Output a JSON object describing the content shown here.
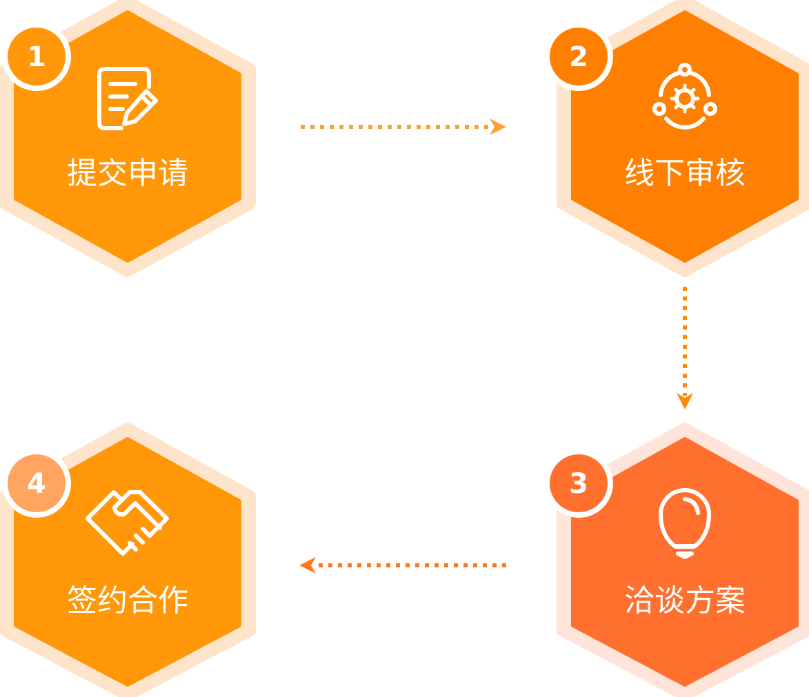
{
  "steps": [
    {
      "number": "1",
      "label": "提交申请",
      "icon": "document-edit-icon",
      "color": "#FF9708",
      "badge_color": "#FF9708",
      "ring_color": "#FFE4CC"
    },
    {
      "number": "2",
      "label": "线下审核",
      "icon": "gear-review-icon",
      "color": "#FF7F00",
      "badge_color": "#FF7F00",
      "ring_color": "#FFE4CC"
    },
    {
      "number": "3",
      "label": "洽谈方案",
      "icon": "lightbulb-icon",
      "color": "#FF6F2E",
      "badge_color": "#FF6F2E",
      "ring_color": "#FFE4D9"
    },
    {
      "number": "4",
      "label": "签约合作",
      "icon": "handshake-icon",
      "color": "#FF9708",
      "badge_color": "#FFA55F",
      "ring_color": "#FFE4CC"
    }
  ],
  "arrows": [
    {
      "from": "1",
      "to": "2",
      "color": "#FF9F3A"
    },
    {
      "from": "2",
      "to": "3",
      "color": "#FF8A00"
    },
    {
      "from": "3",
      "to": "4",
      "color": "#FF7A1A"
    }
  ]
}
